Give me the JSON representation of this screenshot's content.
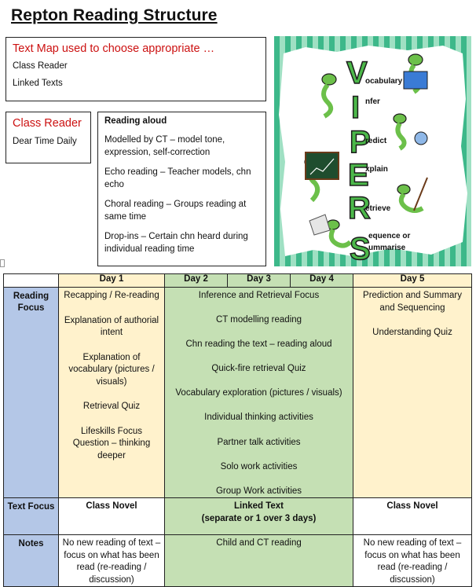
{
  "title": "Repton Reading Structure",
  "text_map": {
    "heading": "Text Map used to choose appropriate …",
    "items": [
      "Class Reader",
      "Linked Texts"
    ]
  },
  "class_reader": {
    "heading": "Class Reader",
    "subtitle": "Dear Time Daily"
  },
  "reading_aloud": {
    "heading": "Reading aloud",
    "items": [
      "Modelled by CT – model tone, expression, self-correction",
      "Echo reading – Teacher models, chn echo",
      "Choral reading – Groups reading at same time",
      "Drop-ins – Certain chn heard during individual reading time"
    ]
  },
  "poster": {
    "letters": [
      "V",
      "I",
      "P",
      "E",
      "R",
      "S"
    ],
    "words": [
      "ocabulary",
      "nfer",
      "redict",
      "xplain",
      "etrieve",
      "equence or",
      "ummarise"
    ],
    "colors": {
      "stripe": "#3db88a",
      "stripe_light": "#9fe0c3",
      "letter": "#4cb84a",
      "letter_outline": "#1c1c1c"
    }
  },
  "schedule": {
    "days": [
      "Day 1",
      "Day 2",
      "Day 3",
      "Day 4",
      "Day 5"
    ],
    "rows": [
      {
        "label": "Reading Focus",
        "day1": [
          "Recapping / Re-reading",
          "Explanation of authorial intent",
          "Explanation of vocabulary (pictures / visuals)",
          "Retrieval Quiz",
          "Lifeskills Focus Question – thinking deeper"
        ],
        "days2to4": [
          "Inference and Retrieval Focus",
          "CT modelling reading",
          "Chn reading the text – reading aloud",
          "Quick-fire retrieval Quiz",
          "Vocabulary exploration (pictures / visuals)",
          "Individual thinking activities",
          "Partner talk activities",
          "Solo work activities",
          "Group Work activities"
        ],
        "day5": [
          "Prediction and Summary and Sequencing",
          "Understanding Quiz"
        ]
      },
      {
        "label": "Text Focus",
        "day1": "Class Novel",
        "days2to4": "Linked Text",
        "days2to4_note": "(separate or 1 over 3 days)",
        "day5": "Class Novel"
      },
      {
        "label": "Notes",
        "day1": "No new reading of text – focus on what has been read (re-reading / discussion)",
        "days2to4": "Child and CT reading",
        "day5": "No new reading of text – focus on what has been read (re-reading / discussion)"
      }
    ]
  }
}
